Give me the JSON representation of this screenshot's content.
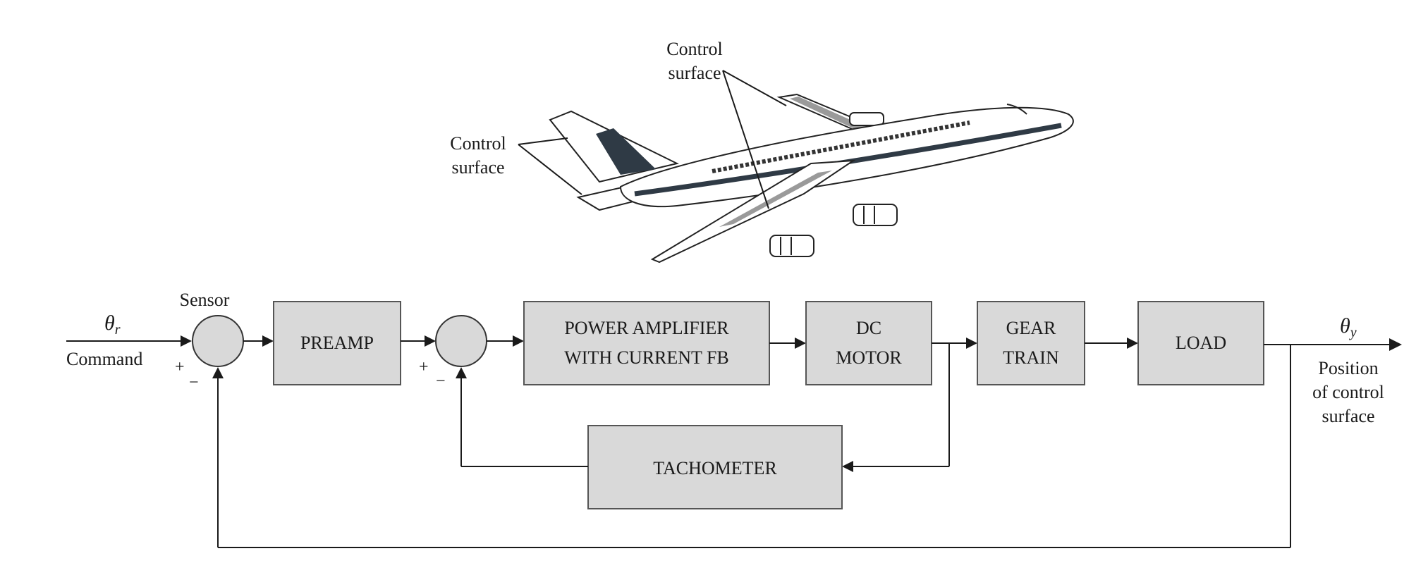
{
  "colors": {
    "block_fill": "#d9d9d9",
    "line": "#1a1a1a",
    "airplane_fin": "#2f3a45"
  },
  "airplane": {
    "label_1_line1": "Control",
    "label_1_line2": "surface",
    "label_2_line1": "Control",
    "label_2_line2": "surface"
  },
  "signals": {
    "input_symbol": "θ",
    "input_sub": "r",
    "input_name": "Command",
    "output_symbol": "θ",
    "output_sub": "y",
    "output_line1": "Position",
    "output_line2": "of control",
    "output_line3": "surface"
  },
  "junction1": {
    "label": "Sensor",
    "plus": "+",
    "minus": "−"
  },
  "junction2": {
    "plus": "+",
    "minus": "−"
  },
  "blocks": {
    "preamp": "PREAMP",
    "power_amp_line1": "POWER AMPLIFIER",
    "power_amp_line2": "WITH CURRENT FB",
    "dc_motor_line1": "DC",
    "dc_motor_line2": "MOTOR",
    "gear_train_line1": "GEAR",
    "gear_train_line2": "TRAIN",
    "load": "LOAD",
    "tachometer": "TACHOMETER"
  }
}
